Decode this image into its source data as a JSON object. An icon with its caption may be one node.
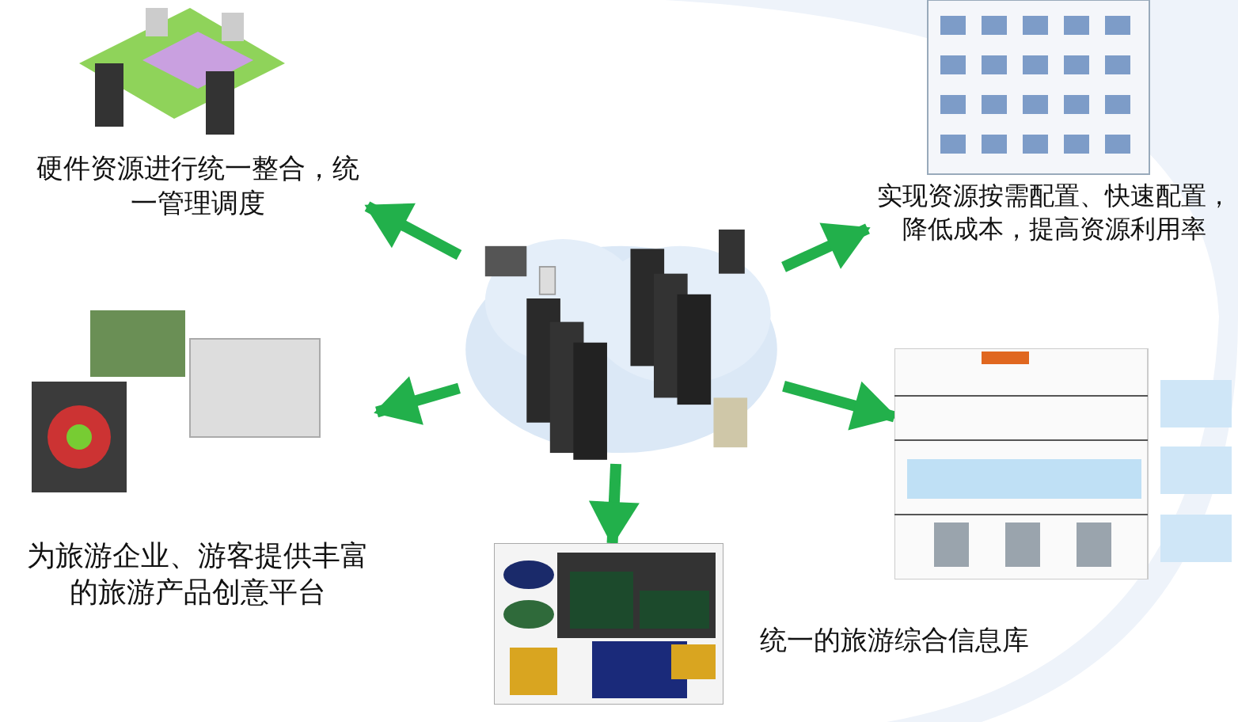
{
  "diagram": {
    "nodes": [
      {
        "text": [],
        "shape": "picture"
      },
      {
        "text": [],
        "shape": "picture",
        "beside": [
          "硬件资源进行统一整合，统一管理调度"
        ]
      },
      {
        "text": [],
        "shape": "picture",
        "beside": [
          "实现资源按需配置、快速配置，降低成本，提高资源利用率"
        ]
      },
      {
        "text": [],
        "shape": "picture",
        "beside": [
          "为旅游企业、游客提供丰富的旅游产品创意平台"
        ]
      },
      {
        "text": [],
        "shape": "picture",
        "beside": [
          "统一的旅游综合信息库"
        ]
      },
      {
        "text": [],
        "shape": "picture"
      }
    ],
    "edges": [
      {
        "from": 0,
        "to": 1,
        "arrow": "to"
      },
      {
        "from": 0,
        "to": 2,
        "arrow": "to"
      },
      {
        "from": 0,
        "to": 3,
        "arrow": "to"
      },
      {
        "from": 0,
        "to": 4,
        "arrow": "to"
      },
      {
        "from": 0,
        "to": 5,
        "arrow": "to"
      }
    ]
  }
}
